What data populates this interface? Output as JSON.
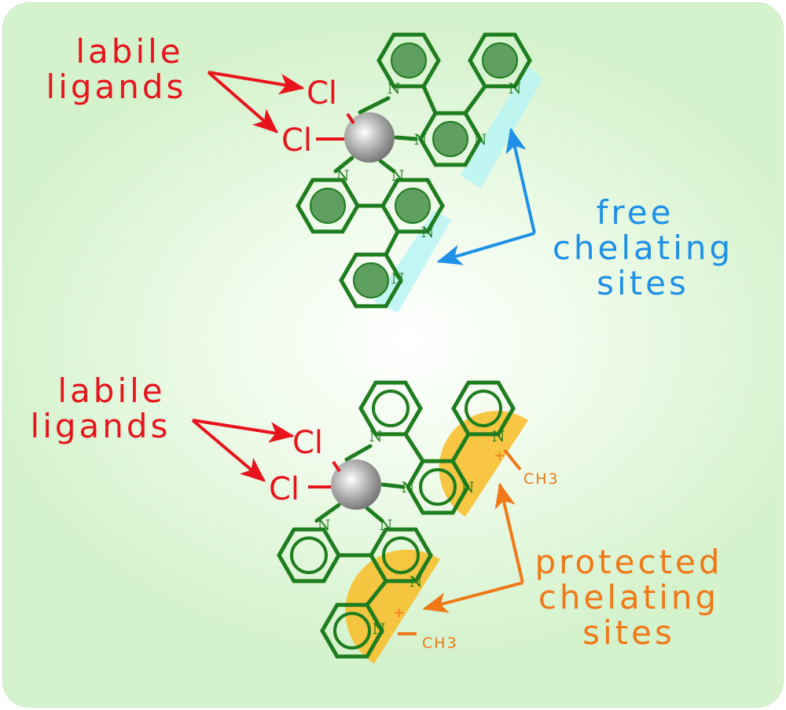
{
  "top_panel": {
    "labile_label": [
      "labile",
      "ligands"
    ],
    "chloride": "Cl",
    "nitrogen": "N",
    "free_label": [
      "free",
      "chelating",
      "sites"
    ]
  },
  "bottom_panel": {
    "labile_label": [
      "labile",
      "ligands"
    ],
    "chloride": "Cl",
    "nitrogen": "N",
    "charge": "+",
    "methyl": "CH3",
    "protected_label": [
      "protected",
      "chelating",
      "sites"
    ]
  },
  "colors": {
    "ligand": "#1e7d1e",
    "labile": "#e8141c",
    "free": "#1e90e8",
    "protected": "#f07818",
    "free_highlight": "#b8f4f4",
    "protected_highlight": "#f8c030"
  }
}
